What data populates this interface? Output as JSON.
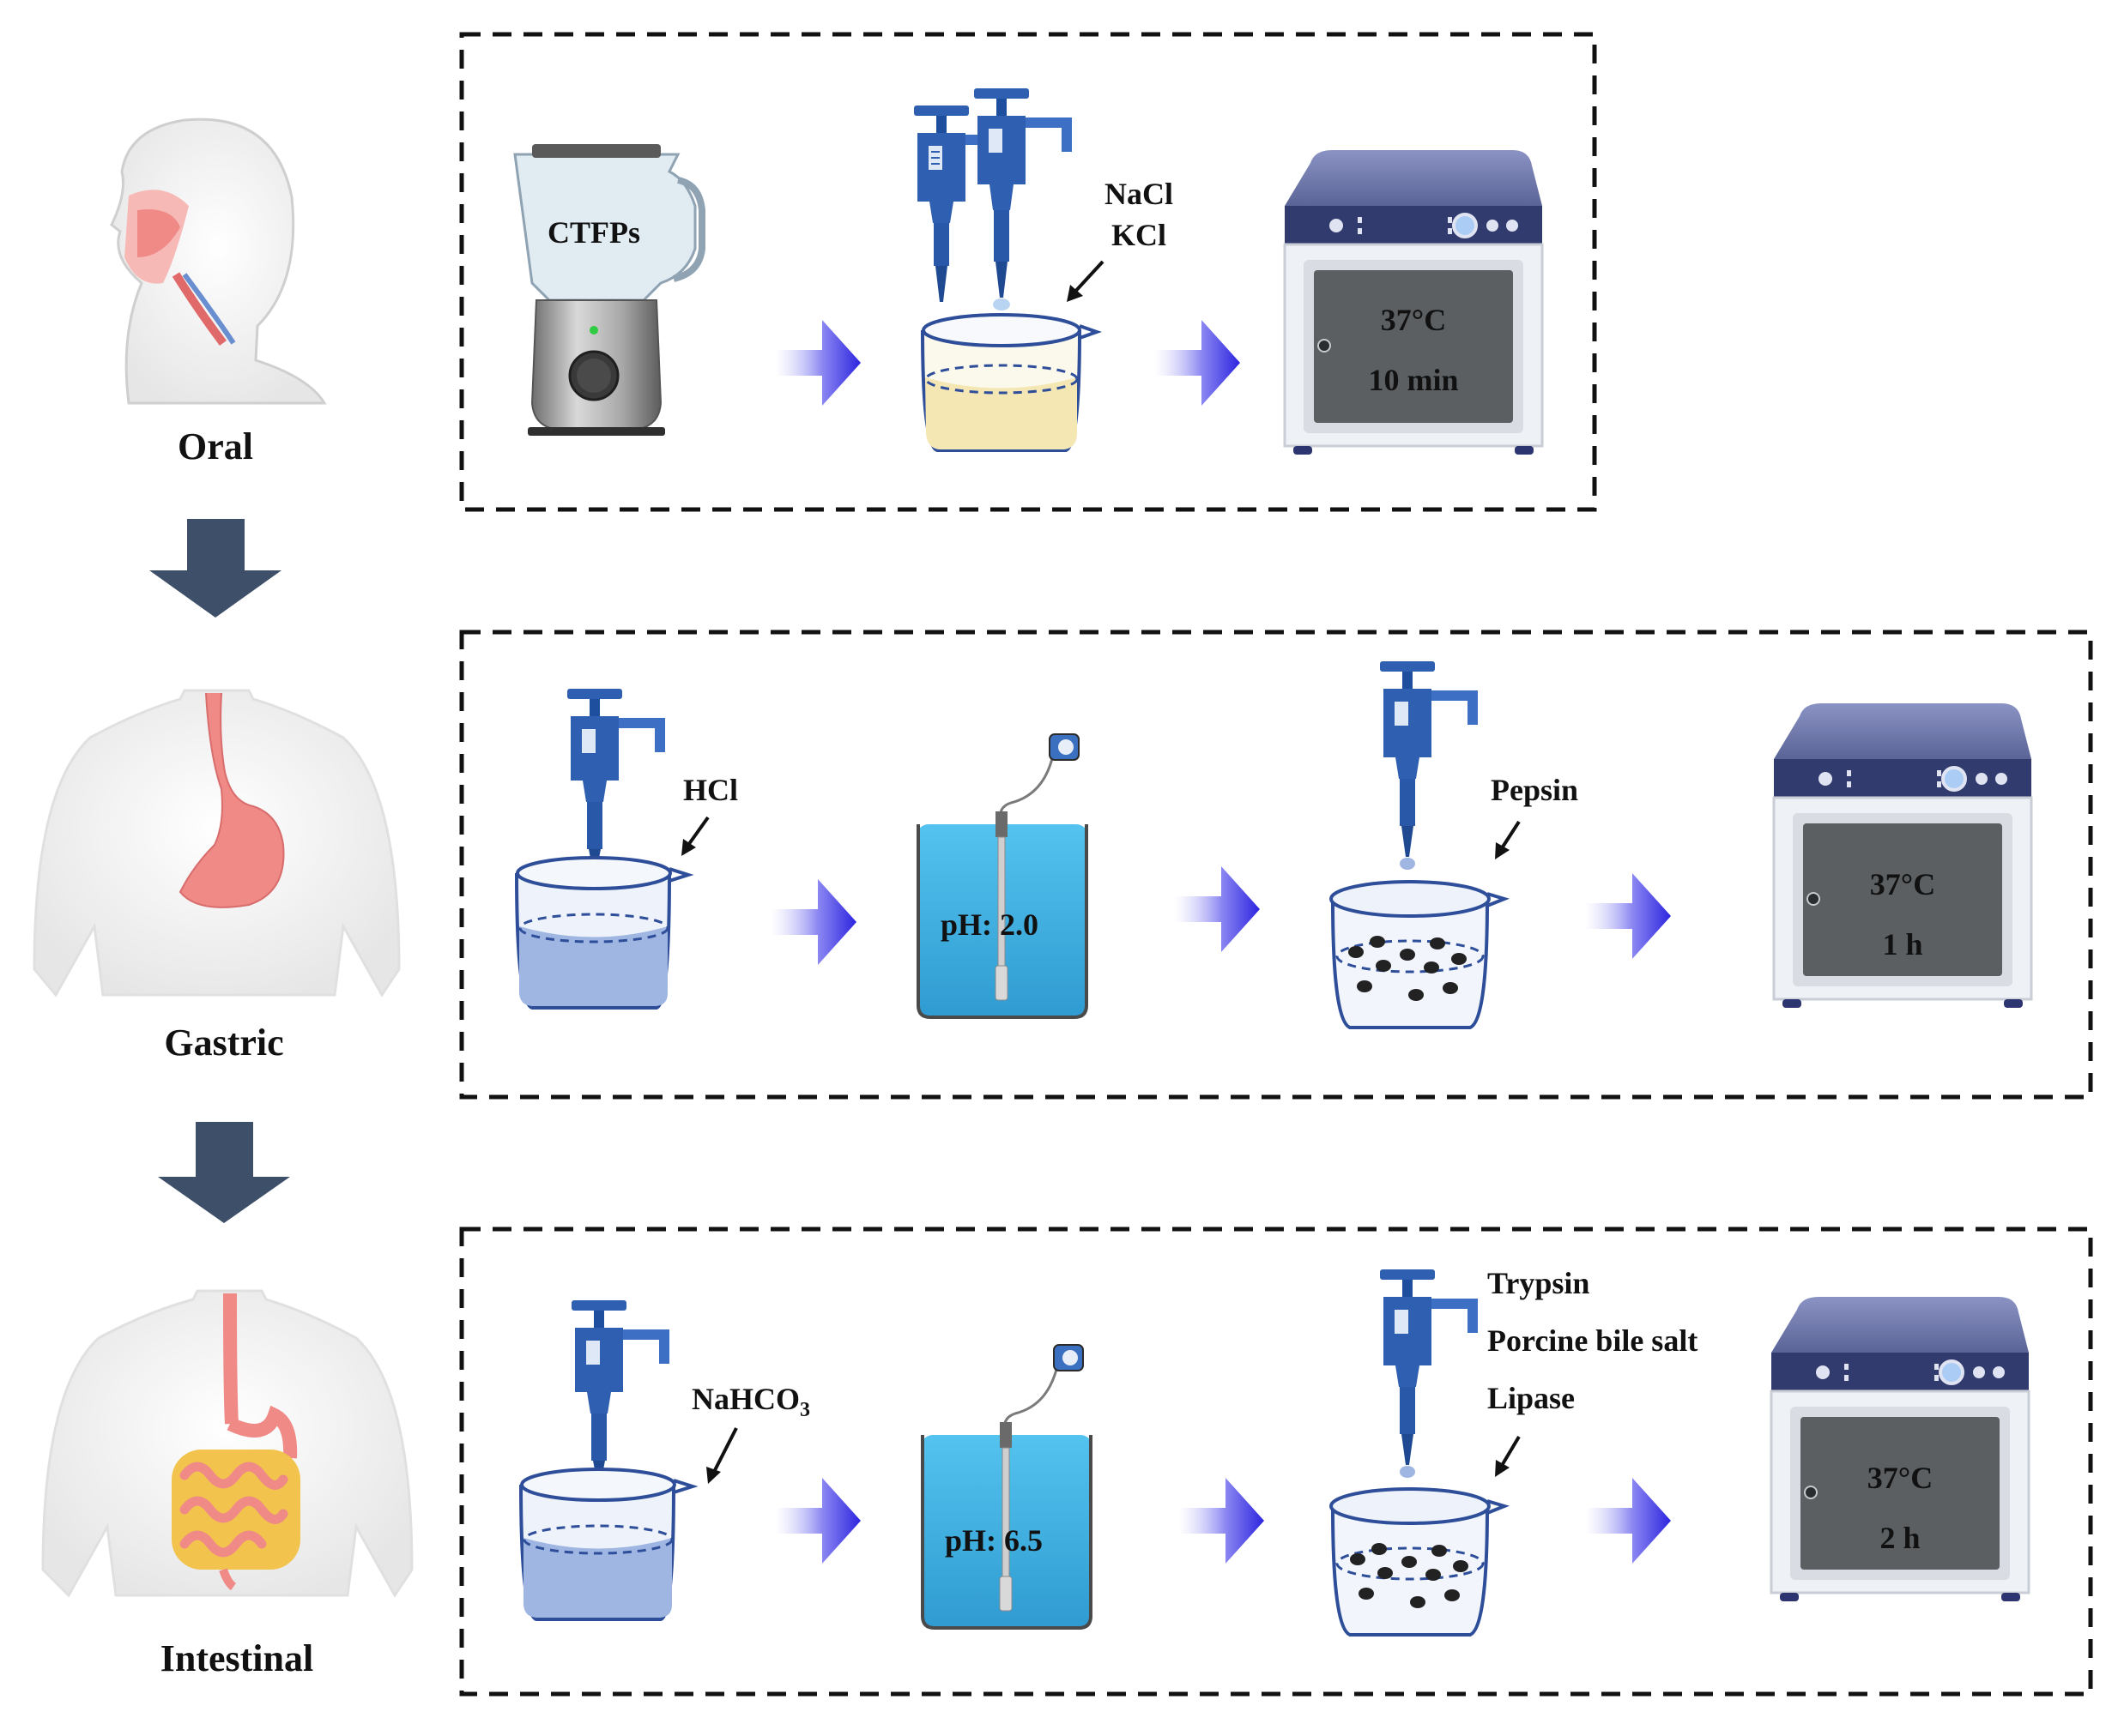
{
  "stages": [
    {
      "label": "Oral"
    },
    {
      "label": "Gastric"
    },
    {
      "label": "Intestinal"
    }
  ],
  "oral": {
    "sample_label": "CTFPs",
    "reagents": [
      "NaCl",
      "KCl"
    ],
    "incubator": {
      "temp": "37°C",
      "time": "10 min"
    }
  },
  "gastric": {
    "reagent": "HCl",
    "ph": "pH: 2.0",
    "enzyme": "Pepsin",
    "incubator": {
      "temp": "37°C",
      "time": "1 h"
    }
  },
  "intestinal": {
    "reagent_main": "NaHCO",
    "reagent_sub": "3",
    "ph": "pH: 6.5",
    "enzymes": [
      "Trypsin",
      "Porcine bile salt",
      "Lipase"
    ],
    "incubator": {
      "temp": "37°C",
      "time": "2 h"
    }
  },
  "colors": {
    "pipette": "#2f5fb0",
    "step_arrow": "#3a34e0",
    "stage_arrow": "#3e5069",
    "beaker_liquid_blue": "#9fb6e2",
    "beaker_liquid_yellow": "#f4e7b4",
    "ph_liquid": "#3fb0e3",
    "incubator_top": "#6d76a8",
    "incubator_window": "#5b5f62",
    "body_organ": "#ef8a86"
  }
}
